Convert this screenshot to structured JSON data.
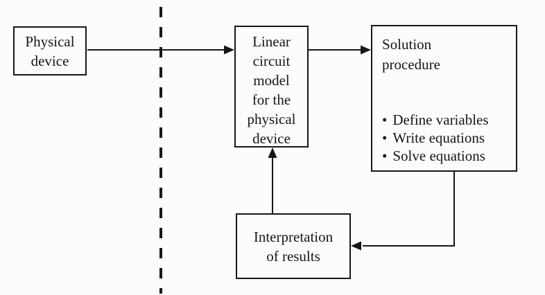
{
  "boxes": {
    "physical_device": {
      "lines": [
        "Physical",
        "device"
      ]
    },
    "linear_circuit_model": {
      "lines": [
        "Linear",
        "circuit",
        "model",
        "for the",
        "physical",
        "device"
      ]
    },
    "solution_procedure": {
      "title_lines": [
        "Solution",
        "procedure"
      ],
      "bullet_char": "•",
      "bullets": [
        "Define variables",
        "Write equations",
        "Solve equations"
      ]
    },
    "interpretation": {
      "lines": [
        "Interpretation",
        "of results"
      ]
    }
  },
  "colors": {
    "ink": "#161616",
    "paper": "#fcfcfa"
  }
}
